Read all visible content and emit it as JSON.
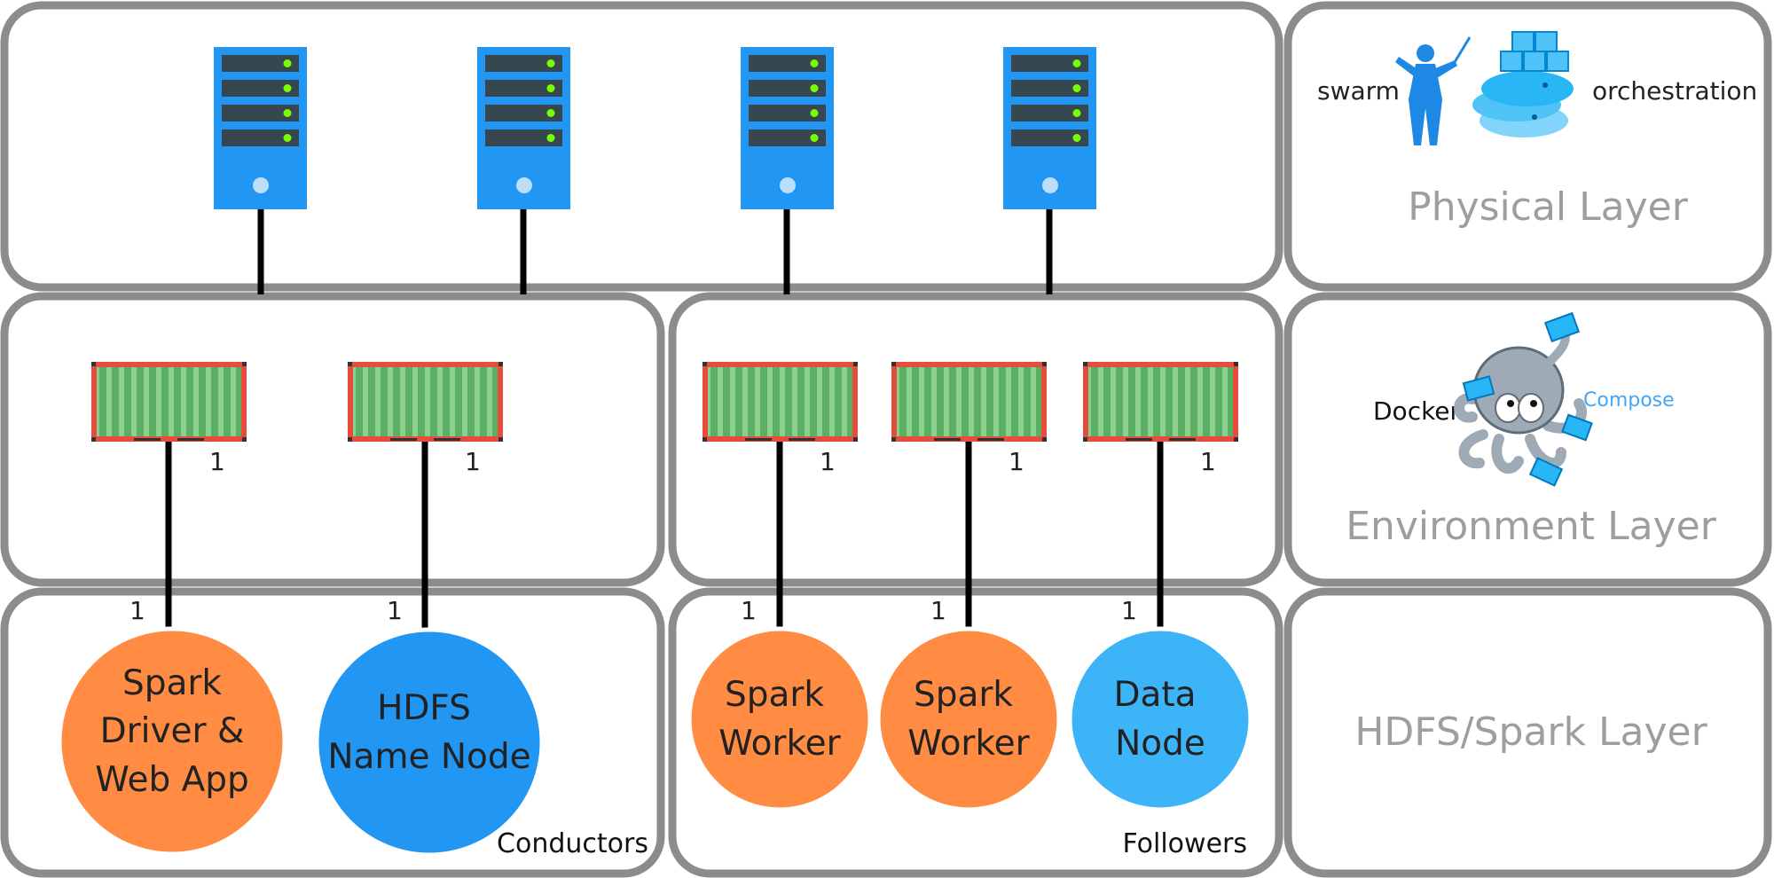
{
  "colors": {
    "panel_border": "#8c8c8c",
    "server_blue": "#2196f3",
    "server_dark": "#37474f",
    "server_led": "#76ff03",
    "container_red": "#e74c3c",
    "container_green": "#5aaf62",
    "container_stripe": "#8bd08f",
    "node_orange": "#ff8c42",
    "node_blue": "#2196f3",
    "node_lightblue": "#3db4f7",
    "layer_label_grey": "#9e9e9e",
    "compose_blue": "#42a5f5",
    "whale_blue": "#4fc3f7",
    "octopus_grey": "#9eaab6"
  },
  "layers": {
    "physical": "Physical Layer",
    "environment": "Environment Layer",
    "hdfs_spark": "HDFS/Spark Layer"
  },
  "logos": {
    "swarm_left": "swarm",
    "swarm_right": "orchestration",
    "docker": "Docker",
    "compose": "Compose"
  },
  "groups": {
    "conductors": "Conductors",
    "followers": "Followers"
  },
  "servers": [
    {
      "icon": "server-icon"
    },
    {
      "icon": "server-icon"
    },
    {
      "icon": "server-icon"
    },
    {
      "icon": "server-icon"
    }
  ],
  "containers": [
    {
      "icon": "container-icon",
      "multiplicity": "1",
      "node_multiplicity": "1"
    },
    {
      "icon": "container-icon",
      "multiplicity": "1",
      "node_multiplicity": "1"
    },
    {
      "icon": "container-icon",
      "multiplicity": "1",
      "node_multiplicity": "1"
    },
    {
      "icon": "container-icon",
      "multiplicity": "1",
      "node_multiplicity": "1"
    },
    {
      "icon": "container-icon",
      "multiplicity": "1",
      "node_multiplicity": "1"
    }
  ],
  "nodes": [
    {
      "lines": [
        "Spark",
        "Driver &",
        "Web App"
      ],
      "color": "#ff8c42"
    },
    {
      "lines": [
        "HDFS",
        "Name Node"
      ],
      "color": "#2196f3"
    },
    {
      "lines": [
        "Spark",
        "Worker"
      ],
      "color": "#ff8c42"
    },
    {
      "lines": [
        "Spark",
        "Worker"
      ],
      "color": "#ff8c42"
    },
    {
      "lines": [
        "Data",
        "Node"
      ],
      "color": "#3db4f7"
    }
  ]
}
